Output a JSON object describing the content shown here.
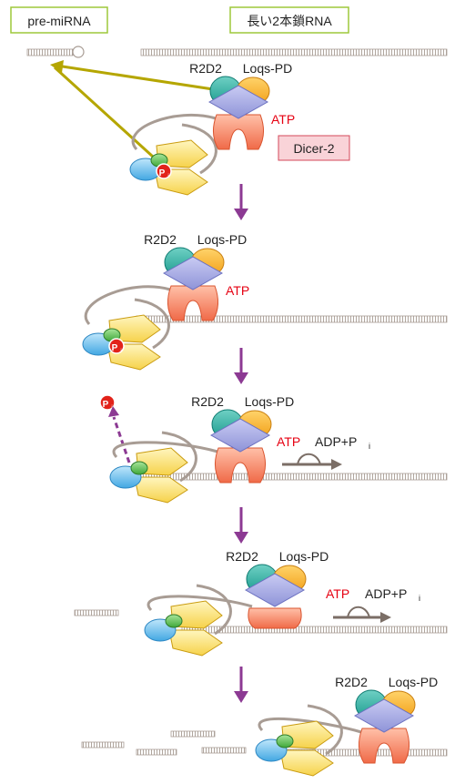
{
  "header": {
    "left_label": "pre-miRNA",
    "right_label": "長い2本鎖RNA"
  },
  "labels": {
    "r2d2": "R2D2",
    "loqs": "Loqs-PD",
    "atp": "ATP",
    "adp": "ADP+P",
    "adp_sub": "i",
    "dicer": "Dicer-2",
    "p": "P",
    "p_sub": "i"
  },
  "colors": {
    "header_border": "#9dc83a",
    "dicer_fill": "#f9d3d8",
    "dicer_border": "#d44a5b",
    "arrow": "#8c3a93",
    "dsrna": "#b5a8a0",
    "yellow_arrow": "#b5a600",
    "atp_text": "#e60012",
    "phosphate": "#e2231a"
  }
}
